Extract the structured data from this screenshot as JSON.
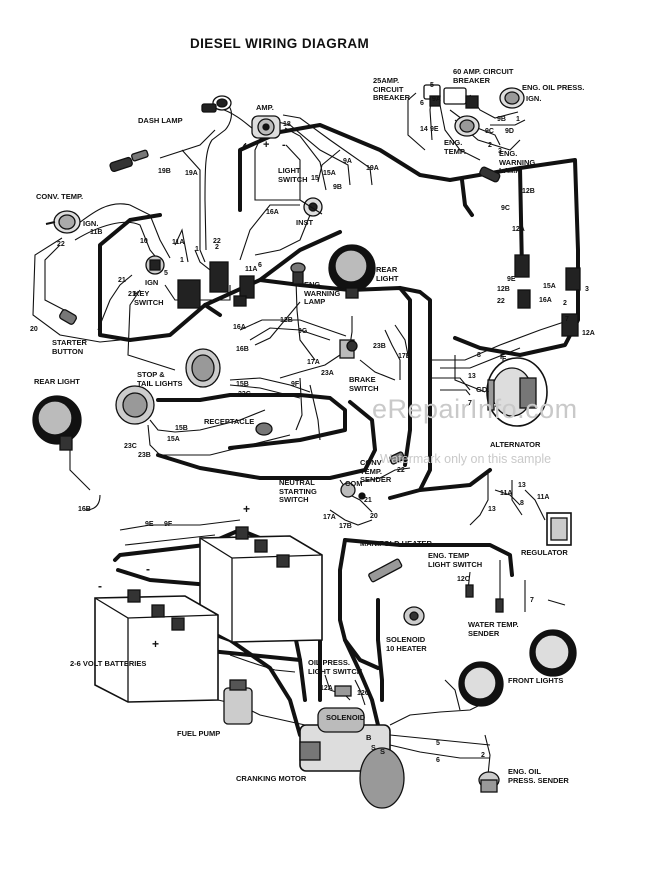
{
  "title": "DIESEL WIRING DIAGRAM",
  "watermark": {
    "brand": "eRepairInfo.com",
    "notice": "Watermark only on this sample"
  },
  "components": {
    "dash_lamp": "DASH LAMP",
    "amp": "AMP.",
    "cb_25": "25AMP.\nCIRCUIT\nBREAKER",
    "cb_60": "60 AMP. CIRCUIT\nBREAKER",
    "eng_oil_press": "ENG. OIL PRESS.",
    "ign": "IGN.",
    "conv_temp": "CONV. TEMP.",
    "conv_temp_ign": "IGN.",
    "light_switch": "LIGHT\nSWITCH",
    "inst": "INST",
    "eng_temp": "ENG.\nTEMP.",
    "eng_warning_lamp_top": "ENG.\nWARNING\nLAMP",
    "key_switch": "KEY\nSWITCH",
    "key_ign": "IGN",
    "starter_button": "STARTER\nBUTTON",
    "eng_warning_lamp_mid": "ENG.\nWARNING\nLAMP",
    "rear_light_right": "REAR\nLIGHT",
    "rear_light_left": "REAR LIGHT",
    "stop_tail_lights": "STOP &\nTAIL LIGHTS",
    "brake_switch": "BRAKE\nSWITCH",
    "receptacle": "RECEPTACLE",
    "alternator": "ALTERNATOR",
    "conv_temp_sender": "CONV\nTEMP.\nSENDER",
    "neutral_starting_switch": "NEUTRAL\nSTARTING\nSWITCH",
    "com": "COM",
    "manifold_heater": "MANIFOLD HEATER",
    "eng_temp_light_switch": "ENG. TEMP\nLIGHT SWITCH",
    "regulator": "REGULATOR",
    "water_temp_sender": "WATER TEMP.\nSENDER",
    "solenoid_heater": "SOLENOID\n10 HEATER",
    "front_lights": "FRONT LIGHTS",
    "batteries": "2-6 VOLT BATTERIES",
    "oil_press_light_switch": "OIL PRESS.\nLIGHT SWITCH",
    "fuel_pump": "FUEL PUMP",
    "solenoid": "SOLENOID",
    "cranking_motor": "CRANKING MOTOR",
    "eng_oil_press_sender": "ENG. OIL\nPRESS. SENDER",
    "plus_top": "+",
    "minus_top": "-",
    "plus_left": "+",
    "minus_left": "-",
    "plus_amp": "+",
    "minus_amp": "-",
    "gd": "GD.",
    "f_term": "F",
    "s_term": "S",
    "b_term": "B"
  },
  "wire_labels": [
    "5",
    "6",
    "9A",
    "9E",
    "9C",
    "9D",
    "9B",
    "1",
    "14",
    "4",
    "2",
    "3",
    "18",
    "4",
    "19B",
    "19A",
    "15",
    "15A",
    "9A",
    "19A",
    "9B",
    "16A",
    "11B",
    "11A",
    "22",
    "21",
    "10",
    "2",
    "1",
    "22",
    "1",
    "11A",
    "6",
    "5",
    "20",
    "21",
    "12B",
    "9C",
    "12A",
    "9E",
    "12B",
    "15A",
    "16A",
    "22",
    "2",
    "3",
    "7",
    "12A",
    "12B",
    "9G",
    "16A",
    "16B",
    "17A",
    "23A",
    "23B",
    "17B",
    "15B",
    "9F",
    "23C",
    "15B",
    "15A",
    "23C",
    "23B",
    "16B",
    "8",
    "F",
    "13",
    "7",
    "22",
    "21",
    "17A",
    "17B",
    "20",
    "11A",
    "13",
    "11A",
    "8",
    "13",
    "9E",
    "9F",
    "12C",
    "7",
    "12A",
    "12C",
    "5",
    "6",
    "2",
    "S"
  ]
}
